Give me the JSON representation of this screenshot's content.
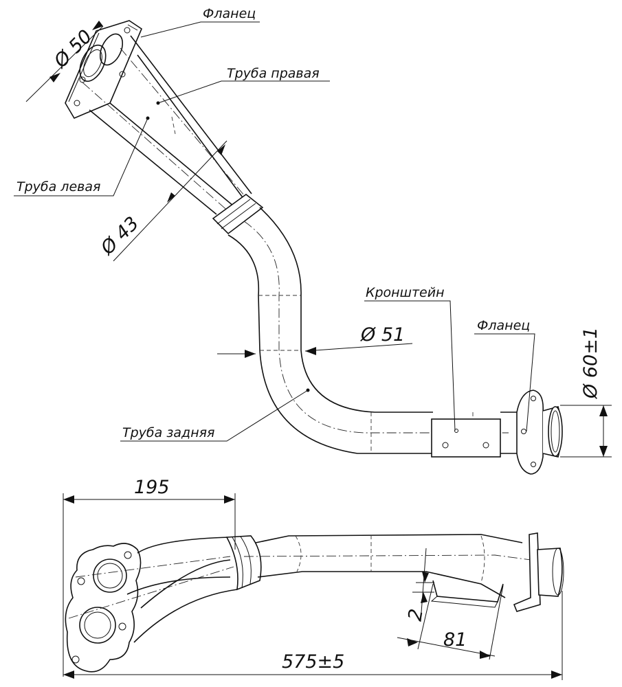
{
  "callouts": {
    "flange_top": "Фланец",
    "pipe_right": "Труба правая",
    "pipe_left": "Труба левая",
    "bracket": "Кронштейн",
    "flange_right": "Фланец",
    "pipe_rear": "Труба задняя"
  },
  "dimensions": {
    "d50": "Ø 50",
    "d43": "Ø 43",
    "d51": "Ø 51",
    "d60": "Ø 60±1",
    "len195": "195",
    "len575": "575±5",
    "len81": "81",
    "gap2": "2"
  }
}
